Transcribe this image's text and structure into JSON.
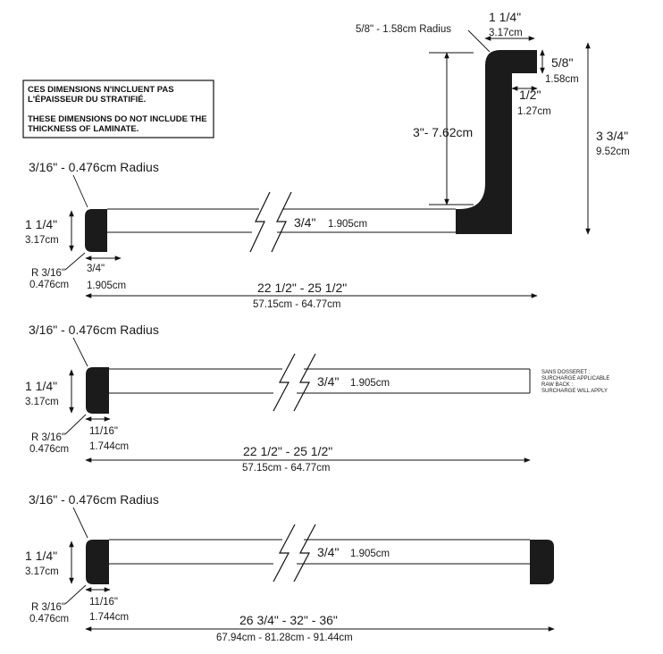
{
  "note": {
    "fr_line1": "CES DIMENSIONS N'INCLUENT PAS",
    "fr_line2": "L'ÉPAISSEUR DU STRATIFIÉ.",
    "en_line1": "THESE DIMENSIONS DO NOT INCLUDE THE",
    "en_line2": "THICKNESS OF LAMINATE."
  },
  "profile1": {
    "top_width_in": "1 1/4\"",
    "top_width_cm": "3.17cm",
    "inner_radius": "5/8\" - 1.58cm Radius",
    "lip_height_in": "5/8\"",
    "lip_height_cm": "1.58cm",
    "lip_depth_in": "1/2\"",
    "lip_depth_cm": "1.27cm",
    "backsplash_height": "3\"- 7.62cm",
    "total_height_in": "3 3/4\"",
    "total_height_cm": "9.52cm",
    "edge_radius": "3/16\" - 0.476cm Radius",
    "thickness_in": "1 1/4\"",
    "thickness_cm": "3.17cm",
    "r_label": "R 3/16\"",
    "r_cm": "0.476cm",
    "nose_in": "3/4\"",
    "nose_cm": "1.905cm",
    "body_in": "3/4\"",
    "body_cm": "1.905cm",
    "depth_in": "22 1/2\" - 25 1/2\"",
    "depth_cm": "57.15cm - 64.77cm"
  },
  "profile2": {
    "edge_radius": "3/16\" - 0.476cm Radius",
    "thickness_in": "1 1/4\"",
    "thickness_cm": "3.17cm",
    "r_label": "R 3/16\"",
    "r_cm": "0.476cm",
    "nose_in": "11/16\"",
    "nose_cm": "1.744cm",
    "body_in": "3/4\"",
    "body_cm": "1.905cm",
    "depth_in": "22 1/2\" - 25 1/2\"",
    "depth_cm": "57.15cm - 64.77cm",
    "side_note1": "SANS DOSSERET :",
    "side_note2": "SURCHARGE APPLICABLE",
    "side_note3": "RAW BACK :",
    "side_note4": "SURCHARGE WILL APPLY"
  },
  "profile3": {
    "edge_radius": "3/16\" - 0.476cm Radius",
    "thickness_in": "1 1/4\"",
    "thickness_cm": "3.17cm",
    "r_label": "R 3/16\"",
    "r_cm": "0.476cm",
    "nose_in": "11/16\"",
    "nose_cm": "1.744cm",
    "body_in": "3/4\"",
    "body_cm": "1.905cm",
    "depth_in": "26 3/4\" - 32\" - 36\"",
    "depth_cm": "67.94cm - 81.28cm - 91.44cm"
  }
}
